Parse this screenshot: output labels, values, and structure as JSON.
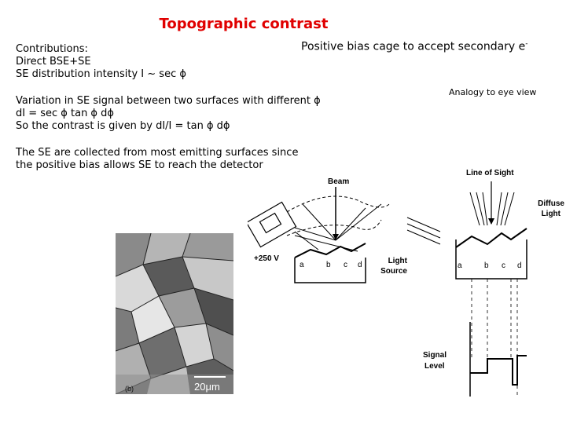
{
  "title": "Topographic contrast",
  "bias_note": {
    "text": "Positive bias cage to accept secondary e",
    "sup": "-"
  },
  "contributions": [
    "Contributions:",
    "Direct BSE+SE",
    "SE distribution intensity I ~ sec ϕ"
  ],
  "variation": [
    "Variation in SE signal between two surfaces with different ϕ",
    "dI = sec ϕ tan ϕ dϕ",
    "So the contrast is given by dI/I = tan ϕ dϕ"
  ],
  "collected": [
    "The SE are collected from most emitting surfaces since",
    "the positive bias allows SE to reach the detector"
  ],
  "analogy": "Analogy to eye view",
  "sem_diagram": {
    "beam": "Beam",
    "voltage": "+250 V",
    "light": "Light",
    "source": "Source",
    "facets": [
      "a",
      "b",
      "c",
      "d"
    ]
  },
  "eye_diagram": {
    "line_of_sight": "Line of Sight",
    "diffuse": "Diffuse",
    "light": "Light",
    "signal": "Signal",
    "level": "Level",
    "facets": [
      "a",
      "b",
      "c",
      "d"
    ]
  },
  "micrograph": {
    "label": "(b)",
    "scale": "20μm"
  }
}
